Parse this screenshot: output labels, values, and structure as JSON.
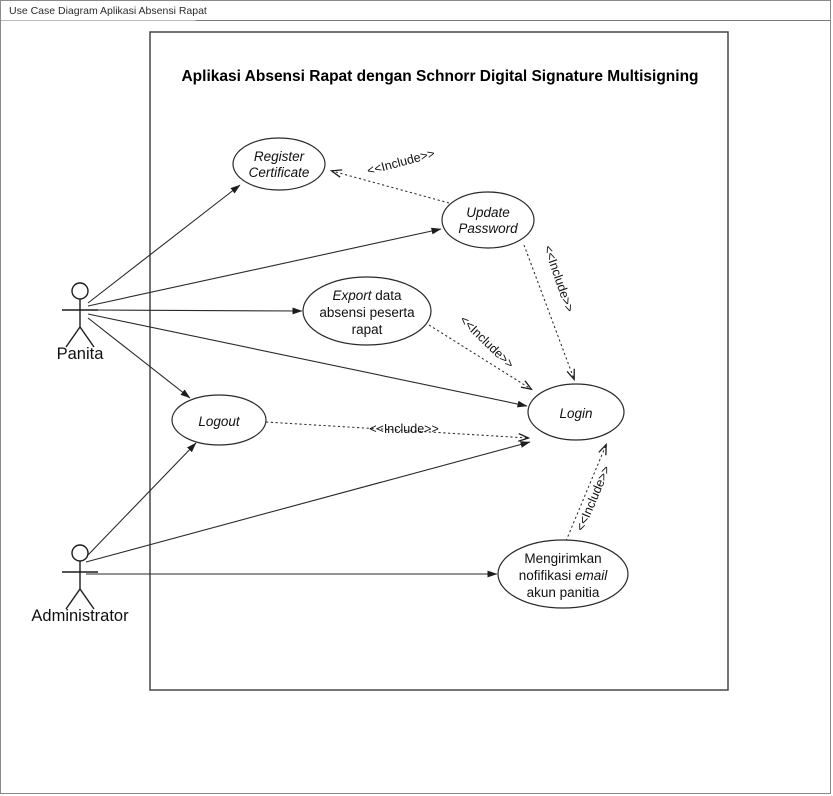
{
  "window": {
    "tab_label": "Use Case Diagram Aplikasi Absensi Rapat"
  },
  "diagram": {
    "frame_title": "Aplikasi Absensi Rapat dengan Schnorr Digital Signature Multisigning",
    "actors": [
      {
        "id": "panita",
        "name": "Panita"
      },
      {
        "id": "administrator",
        "name": "Administrator"
      }
    ],
    "use_cases": [
      {
        "id": "register-certificate",
        "line1": "Register",
        "line2": "Certificate",
        "line3": ""
      },
      {
        "id": "update-password",
        "line1": "Update",
        "line2": "Password",
        "line3": ""
      },
      {
        "id": "export-data",
        "line1_italic": "Export",
        "line1_rest": " data",
        "line2": "absensi peserta",
        "line3": "rapat"
      },
      {
        "id": "login",
        "line1": "Login",
        "line2": "",
        "line3": ""
      },
      {
        "id": "logout",
        "line1": "Logout",
        "line2": "",
        "line3": ""
      },
      {
        "id": "kirim-notifikasi-email",
        "line1": "Mengirimkan",
        "line2_pre": "nofifikasi ",
        "line2_italic": "email",
        "line3": "akun panitia"
      }
    ],
    "include_labels": {
      "update_to_register": "<<Include>>",
      "update_to_login": "<<Include>>",
      "export_to_login": "<<Include>>",
      "logout_to_login": "<<Include>>",
      "email_to_login": "<<Include>>"
    },
    "colors": {
      "stroke": "#2a2a2a",
      "frame_stroke": "#3a3a3a",
      "background": "#ffffff",
      "text": "#111111"
    }
  }
}
